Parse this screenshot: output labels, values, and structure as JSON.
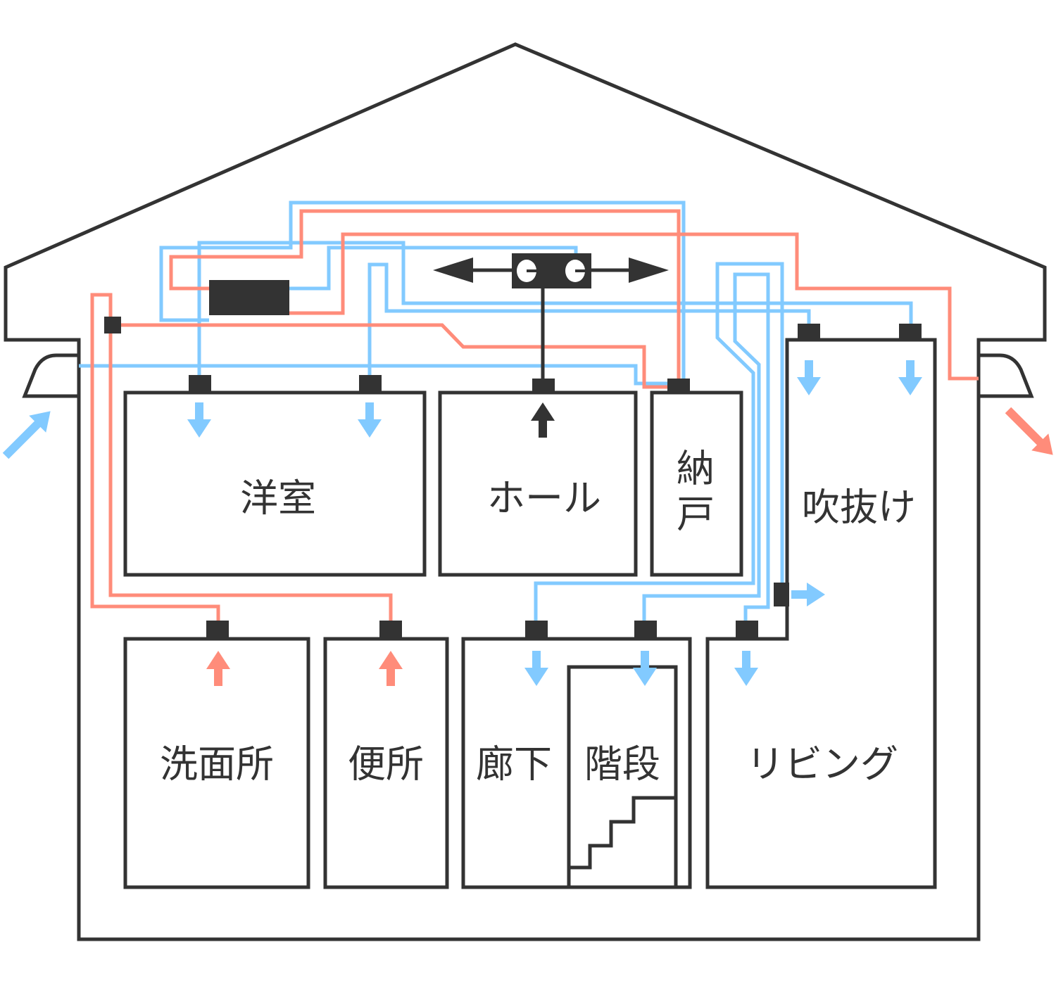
{
  "colors": {
    "supply_air": "#82CAFF",
    "exhaust_air": "#FF8C7A",
    "structure": "#333333"
  },
  "rooms": {
    "western_room": "洋室",
    "hall": "ホール",
    "storage_top": "納",
    "storage_bottom": "戸",
    "atrium": "吹抜け",
    "washroom": "洗面所",
    "toilet": "便所",
    "corridor": "廊下",
    "stairs": "階段",
    "living": "リビング"
  },
  "icons": {
    "inlet": "arrow-diagonal-up-right",
    "outlet": "arrow-diagonal-down-right",
    "supply": "arrow-down",
    "exhaust": "arrow-up",
    "unit": "ventilation-unit",
    "fan": "circulation-fan"
  }
}
